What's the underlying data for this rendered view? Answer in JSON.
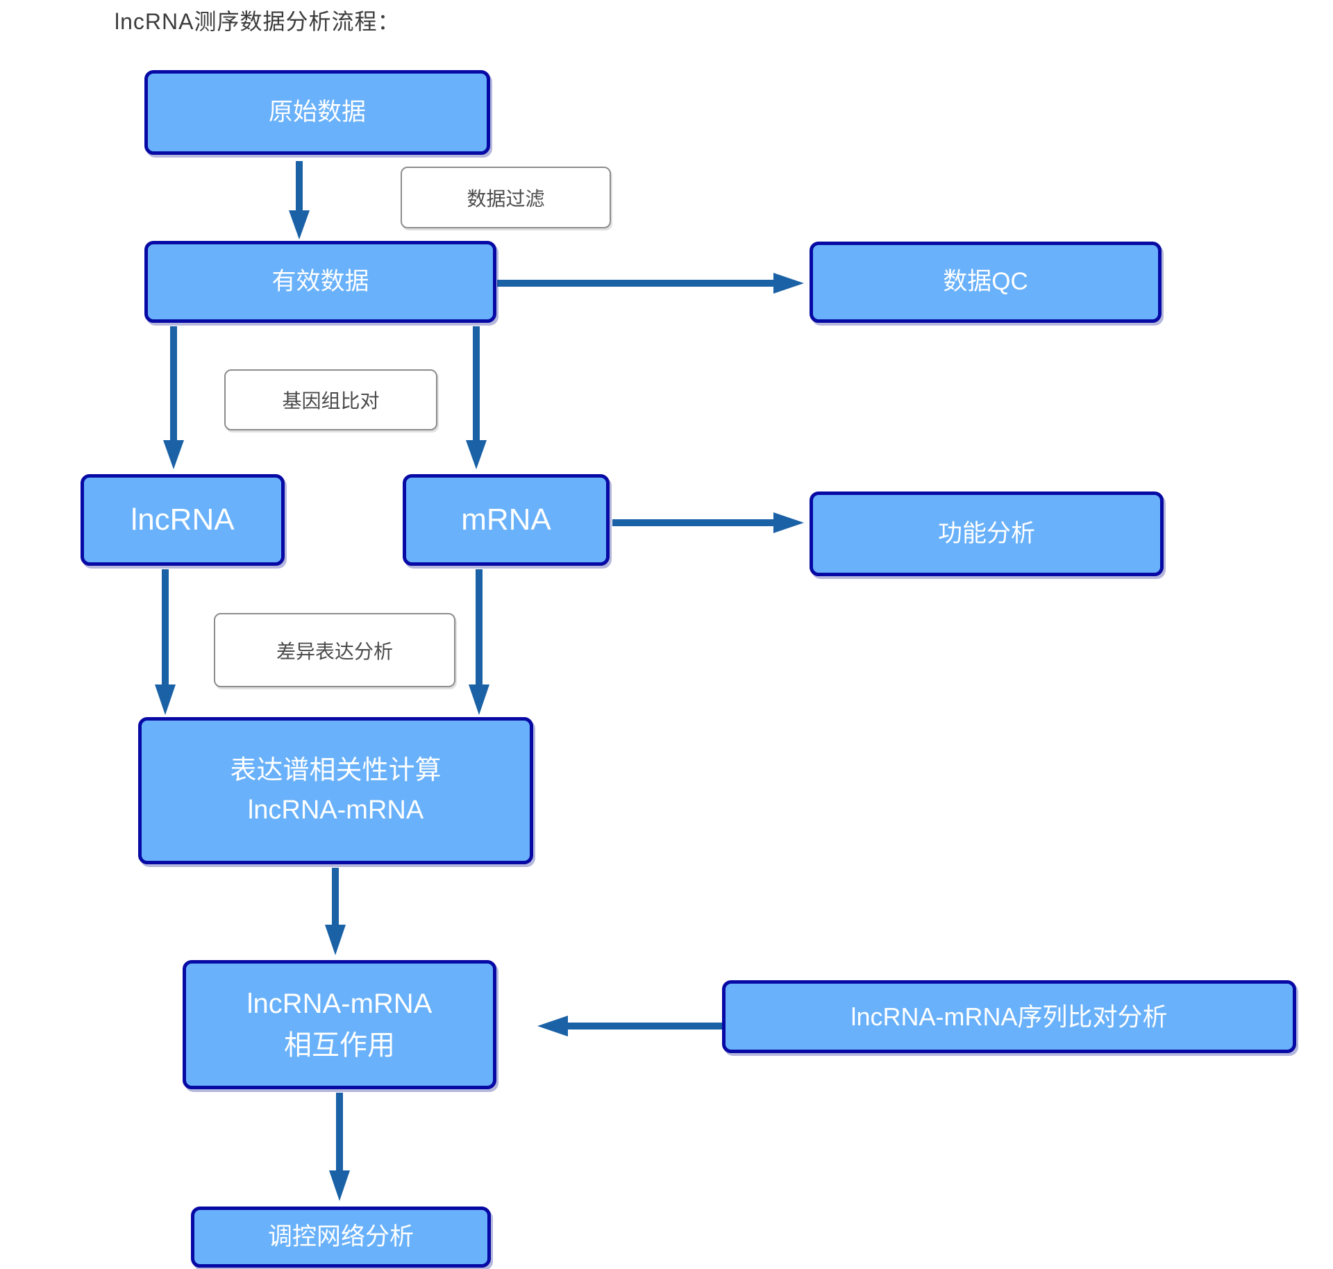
{
  "title": "lncRNA测序数据分析流程：",
  "colors": {
    "node_fill": "#69b1fa",
    "node_border": "#0709a4",
    "node_text": "#ffffff",
    "arrow": "#1a61a6",
    "label_border": "#8c8c8c",
    "label_text": "#4a4a4a",
    "title_color": "#3c3c3c"
  },
  "nodes": {
    "raw": {
      "label": "原始数据"
    },
    "valid": {
      "label": "有效数据"
    },
    "qc": {
      "label": "数据QC"
    },
    "lncrna": {
      "label": "lncRNA"
    },
    "mrna": {
      "label": "mRNA"
    },
    "func": {
      "label": "功能分析"
    },
    "corr": {
      "line1": "表达谱相关性计算",
      "line2": "lncRNA-mRNA"
    },
    "inter": {
      "line1": "lncRNA-mRNA",
      "line2": "相互作用"
    },
    "seq": {
      "label": "lncRNA-mRNA序列比对分析"
    },
    "net": {
      "label": "调控网络分析"
    }
  },
  "edge_labels": {
    "filter": "数据过滤",
    "align": "基因组比对",
    "diff": "差异表达分析"
  }
}
